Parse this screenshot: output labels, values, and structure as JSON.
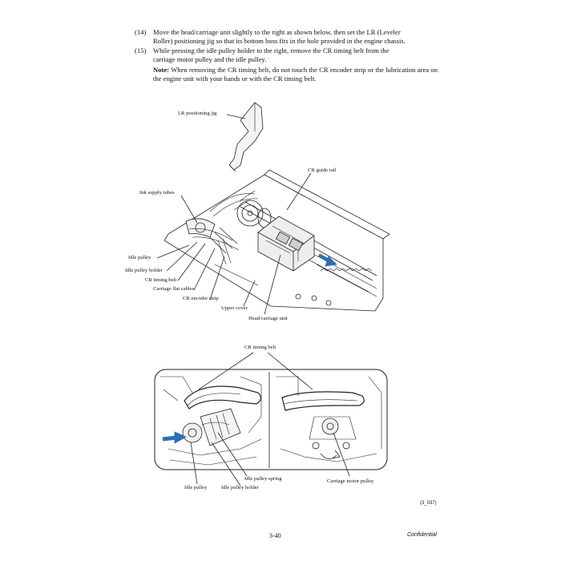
{
  "steps": [
    {
      "num": "(14)",
      "lines": [
        "Move the head/carriage unit slightly to the right as shown below, then set the LR (Leveler",
        "Roller) positioning jig so that its bottom boss fits in the hole provided in the engine chassis."
      ]
    },
    {
      "num": "(15)",
      "lines": [
        "While pressing the idle pulley holder to the right, remove the CR timing belt from the",
        "carriage motor pulley and the idle pulley."
      ]
    }
  ],
  "note": {
    "label": "Note:",
    "text": "When removing the CR timing belt, do not touch the CR encoder strip or the lubrication area on the engine unit with your hands or with the CR timing belt."
  },
  "figure1": {
    "labels": {
      "lr_jig": "LR positioning jig",
      "cr_guide_rail": "CR guide rail",
      "ink_supply_tubes": "Ink supply tubes",
      "idle_pulley": "Idle pulley",
      "idle_pulley_holder": "Idle pulley holder",
      "cr_timing_belt": "CR timing belt",
      "carriage_flat_cables": "Carriage flat cables",
      "cr_encoder_strip": "CR encoder strip",
      "upper_cover": "Upper cover",
      "head_carriage_unit": "Head/carriage unit"
    }
  },
  "figure2": {
    "labels": {
      "cr_timing_belt": "CR timing belt",
      "idle_pulley_spring": "Idle pulley spring",
      "idle_pulley": "Idle pulley",
      "idle_pulley_holder": "Idle pulley holder",
      "carriage_motor_pulley": "Carriage motor pulley"
    }
  },
  "figure_ref": "(3_037)",
  "page_number": "3-40",
  "footer_text": "Confidential",
  "colors": {
    "arrow": "#2f6fb5",
    "line": "#222222"
  }
}
